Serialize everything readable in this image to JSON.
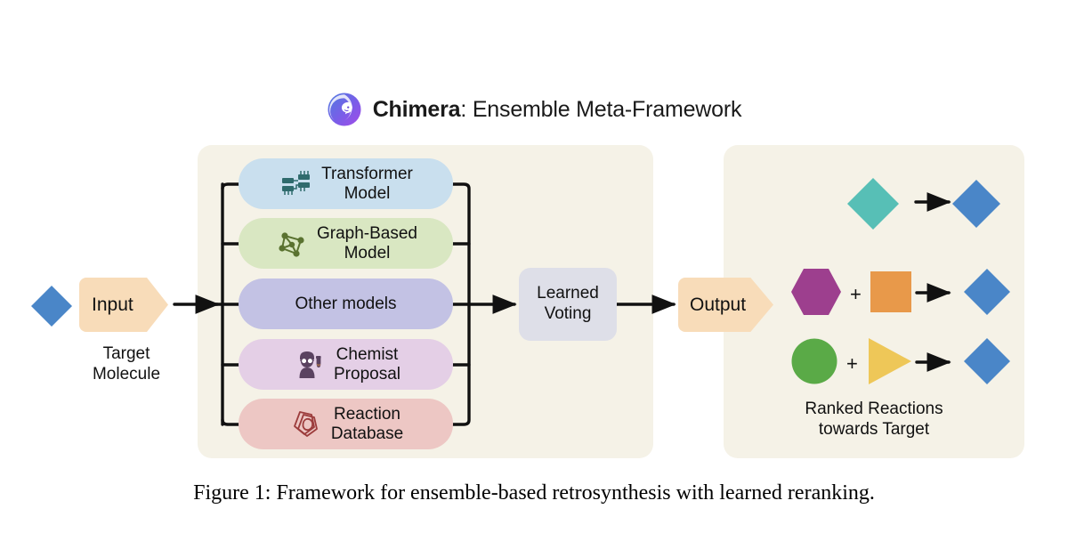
{
  "figure": {
    "caption": "Figure 1: Framework for ensemble-based retrosynthesis with learned reranking."
  },
  "header": {
    "brand": "Chimera",
    "rest": ": Ensemble Meta-Framework",
    "logo_icon": "chimera-lion-logo-icon"
  },
  "input": {
    "flag_label": "Input",
    "sub_label": "Target\nMolecule",
    "shape_icon": "blue-diamond-icon",
    "shape_color": "#4a86c8"
  },
  "ensemble": {
    "models": [
      {
        "label": "Transformer\nModel",
        "icon": "circuit-chip-icon",
        "bg": "#c9dfee",
        "icon_color": "#2f6b6d"
      },
      {
        "label": "Graph-Based\nModel",
        "icon": "node-graph-icon",
        "bg": "#d9e7c2",
        "icon_color": "#5a7230"
      },
      {
        "label": "Other models",
        "icon": "",
        "bg": "#c3c2e4",
        "icon_color": "#4a4a8a"
      },
      {
        "label": "Chemist\nProposal",
        "icon": "chemist-person-icon",
        "bg": "#e4cfe6",
        "icon_color": "#5a4260"
      },
      {
        "label": "Reaction\nDatabase",
        "icon": "molecule-rings-icon",
        "bg": "#edc7c4",
        "icon_color": "#9c3c3c"
      }
    ]
  },
  "voting": {
    "line1": "Learned",
    "line2": "Voting",
    "bg": "#dedfe8"
  },
  "output": {
    "flag_label": "Output",
    "sub_label": "Ranked Reactions\ntowards Target"
  },
  "ranked_reactions": {
    "rows": [
      {
        "reactants": [
          {
            "shape": "diamond",
            "color": "#57bfb6",
            "icon": "teal-diamond-icon",
            "size": 58
          }
        ],
        "product": {
          "shape": "diamond",
          "color": "#4a86c8",
          "icon": "blue-diamond-icon",
          "size": 56
        }
      },
      {
        "reactants": [
          {
            "shape": "hexagon",
            "color": "#9d3f8e",
            "icon": "purple-hexagon-icon",
            "size": 54
          },
          {
            "shape": "square",
            "color": "#e8994a",
            "icon": "orange-square-icon",
            "size": 46
          }
        ],
        "product": {
          "shape": "diamond",
          "color": "#4a86c8",
          "icon": "blue-diamond-icon",
          "size": 52
        }
      },
      {
        "reactants": [
          {
            "shape": "circle",
            "color": "#5aaa47",
            "icon": "green-circle-icon",
            "size": 50
          },
          {
            "shape": "triangle",
            "color": "#eec758",
            "icon": "yellow-triangle-icon",
            "size": 52
          }
        ],
        "product": {
          "shape": "diamond",
          "color": "#4a86c8",
          "icon": "blue-diamond-icon",
          "size": 52
        }
      }
    ],
    "plus_symbol": "+"
  },
  "colors": {
    "panel_bg": "#f5f2e7",
    "flag_bg": "#f8dcb9",
    "page_bg": "#ffffff",
    "wire": "#111111"
  }
}
